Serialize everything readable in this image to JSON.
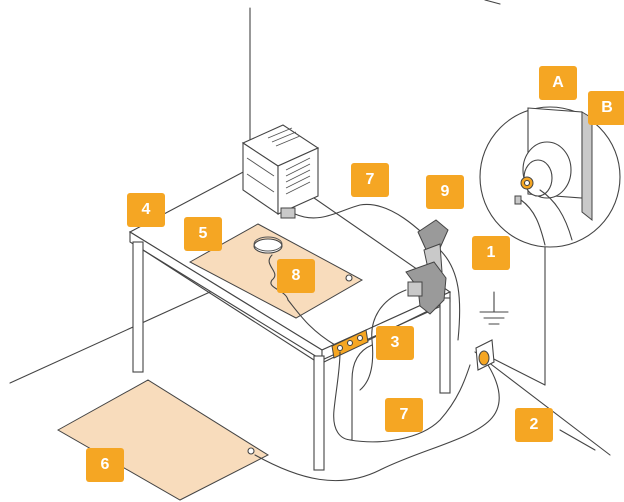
{
  "badges": {
    "a": "A",
    "b": "B",
    "one": "1",
    "two": "2",
    "three": "3",
    "four": "4",
    "five": "5",
    "six": "6",
    "seven_top": "7",
    "seven_bottom": "7",
    "eight": "8",
    "nine": "9"
  },
  "colors": {
    "badge": "#f5a623",
    "mat": "#f8dcbc",
    "line": "#444444"
  }
}
